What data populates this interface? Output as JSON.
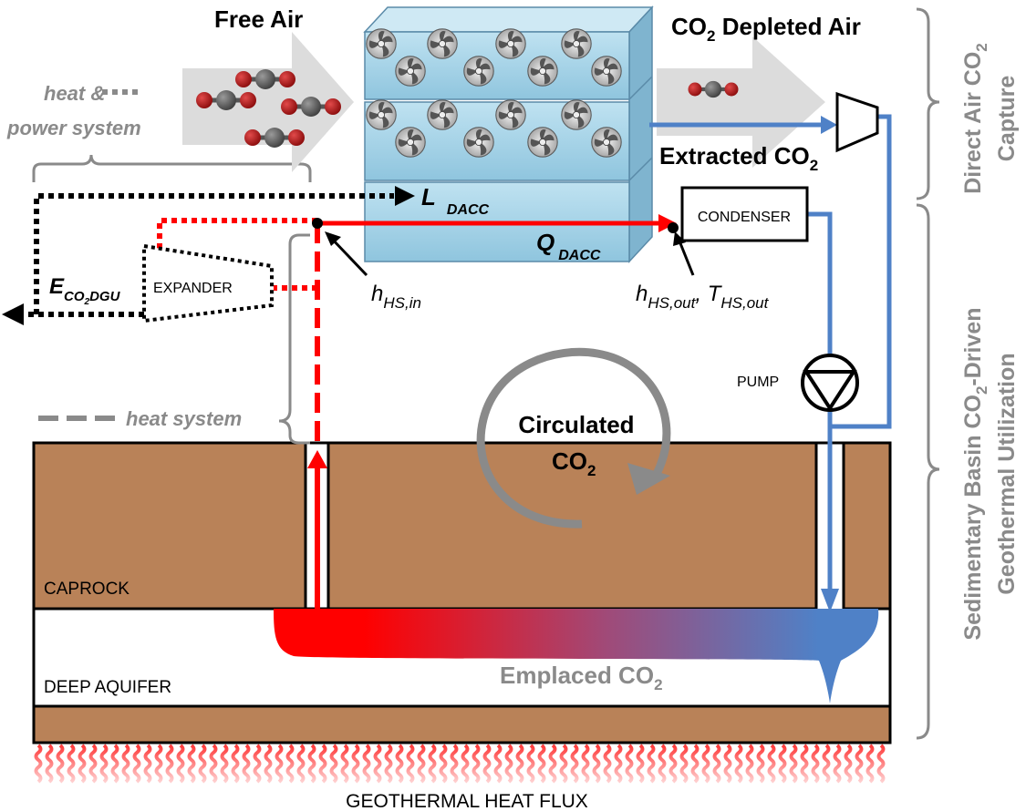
{
  "labels": {
    "free_air": "Free Air",
    "co2_depleted_air_main": "CO",
    "co2_depleted_air_sub": "2",
    "co2_depleted_air_rest": " Depleted Air",
    "extracted_co2_main": "Extracted CO",
    "extracted_co2_sub": "2",
    "heat_power_line1": "heat &",
    "heat_power_line2": "power system",
    "heat_system": "heat system",
    "l_dacc_main": "L",
    "l_dacc_sub": "DACC",
    "q_dacc_main": "Q",
    "q_dacc_sub": "DACC",
    "condenser": "CONDENSER",
    "expander": "EXPANDER",
    "e_main": "E",
    "e_sub1": "CO",
    "e_sub2": "2",
    "e_sub3": "DGU",
    "h_hs_in_main": "h",
    "h_hs_in_sub": "HS,in",
    "h_hs_out_main": "h",
    "h_hs_out_sub": "HS,out",
    "h_hs_out_sep": ", ",
    "t_hs_out_main": "T",
    "t_hs_out_sub": "HS,out",
    "pump": "PUMP",
    "circulated_line1": "Circulated",
    "circulated_co2_main": "CO",
    "circulated_co2_sub": "2",
    "caprock": "CAPROCK",
    "deep_aquifer": "DEEP AQUIFER",
    "emplaced_main": "Emplaced CO",
    "emplaced_sub": "2",
    "geothermal_heat_flux": "GEOTHERMAL HEAT FLUX",
    "side_direct_line1_a": "Direct Air CO",
    "side_direct_line1_b": "2",
    "side_direct_line2": "Capture",
    "side_sed_line1_a": "Sedimentary Basin CO",
    "side_sed_line1_b": "2",
    "side_sed_line1_c": "-Driven",
    "side_sed_line2": "Geothermal Utilization"
  },
  "colors": {
    "rock": "#b98258",
    "hot_red": "#ff0000",
    "cold_blue": "#4f81c7",
    "gray_text": "#8a8a8a",
    "box_blue": "#a9d6ea"
  }
}
